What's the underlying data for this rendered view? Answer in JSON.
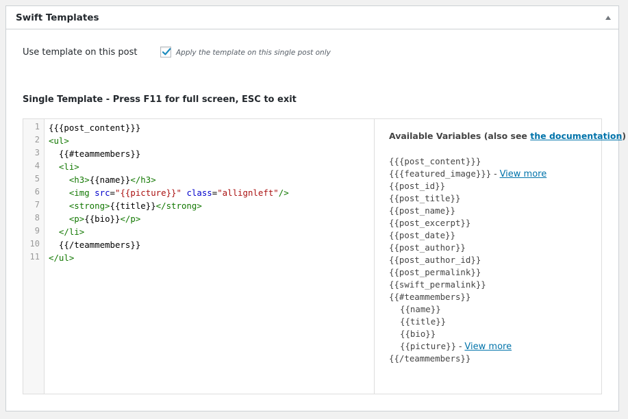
{
  "metabox": {
    "title": "Swift Templates"
  },
  "use_template": {
    "label": "Use template on this post",
    "checked": true,
    "checkbox_description": "Apply the template on this single post only"
  },
  "single_template": {
    "heading": "Single Template - Press F11 for full screen, ESC to exit"
  },
  "editor": {
    "line_numbers": [
      "1",
      "2",
      "3",
      "4",
      "5",
      "6",
      "7",
      "8",
      "9",
      "10",
      "11"
    ],
    "lines": [
      {
        "text": "{{{post_content}}}"
      },
      {
        "tag": "<ul>"
      },
      {
        "text": "  {{#teammembers}}"
      },
      {
        "tag": "  <li>"
      },
      {
        "pre": "    ",
        "open": "<h3>",
        "mid": "{{name}}",
        "close": "</h3>"
      },
      {
        "pre": "    ",
        "open": "<img",
        "attr1": " src",
        "eq1": "=",
        "val1": "\"{{picture}}\"",
        "attr2": " class",
        "eq2": "=",
        "val2": "\"allignleft\"",
        "close": "/>"
      },
      {
        "pre": "    ",
        "open": "<strong>",
        "mid": "{{title}}",
        "close": "</strong>"
      },
      {
        "pre": "    ",
        "open": "<p>",
        "mid": "{{bio}}",
        "close": "</p>"
      },
      {
        "tag": "  </li>"
      },
      {
        "text": "  {{/teammembers}}"
      },
      {
        "tag": "</ul>"
      }
    ]
  },
  "variables": {
    "heading_prefix": "Available Variables (also see ",
    "heading_link": "the documentation",
    "heading_suffix": ")",
    "separator": " - ",
    "view_more": "View more",
    "items": [
      "{{{post_content}}}",
      "{{{featured_image}}}",
      "{{post_id}}",
      "{{post_title}}",
      "{{post_name}}",
      "{{post_excerpt}}",
      "{{post_date}}",
      "{{post_author}}",
      "{{post_author_id}}",
      "{{post_permalink}}",
      "{{swift_permalink}}",
      "{{#teammembers}}",
      "{{name}}",
      "{{title}}",
      "{{bio}}",
      "{{picture}}",
      "{{/teammembers}}"
    ]
  },
  "colors": {
    "link": "#0073aa",
    "checkmark": "#1e8cbe",
    "code_tag": "#117700",
    "code_attr": "#0000cc",
    "code_string": "#aa1111"
  }
}
